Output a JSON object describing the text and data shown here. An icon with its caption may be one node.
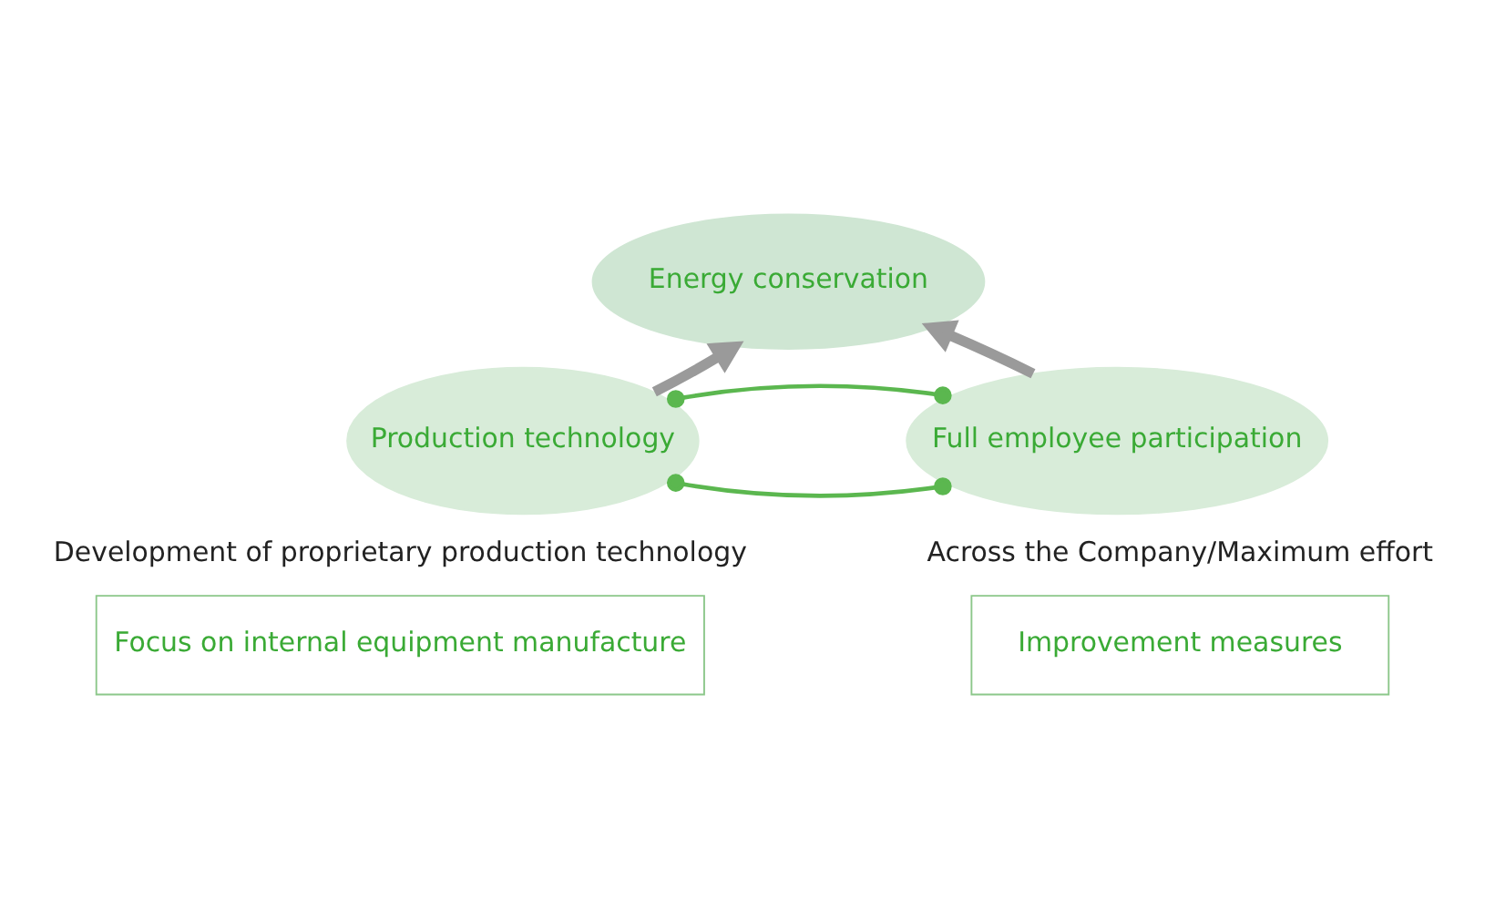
{
  "diagram": {
    "nodes": [
      {
        "text": [
          "Energy conservation"
        ]
      },
      {
        "text": [
          "Production technology"
        ],
        "beside": [
          "Development of proprietary production technology"
        ]
      },
      {
        "text": [
          "Full employee participation"
        ],
        "beside": [
          "Across the Company/Maximum effort"
        ]
      },
      {
        "text": [
          "Focus on internal equipment manufacture"
        ]
      },
      {
        "text": [
          "Improvement measures"
        ]
      }
    ],
    "edges": [
      {
        "from": 1,
        "to": 0,
        "arrow": "to",
        "style": "thick",
        "color": "#9a9a9a"
      },
      {
        "from": 2,
        "to": 0,
        "arrow": "to",
        "style": "thick",
        "color": "#9a9a9a"
      },
      {
        "from": 1,
        "to": 2,
        "arrow": "other",
        "color": "#5bb74f"
      },
      {
        "from": 1,
        "to": 2,
        "arrow": "other",
        "color": "#5bb74f"
      }
    ]
  }
}
